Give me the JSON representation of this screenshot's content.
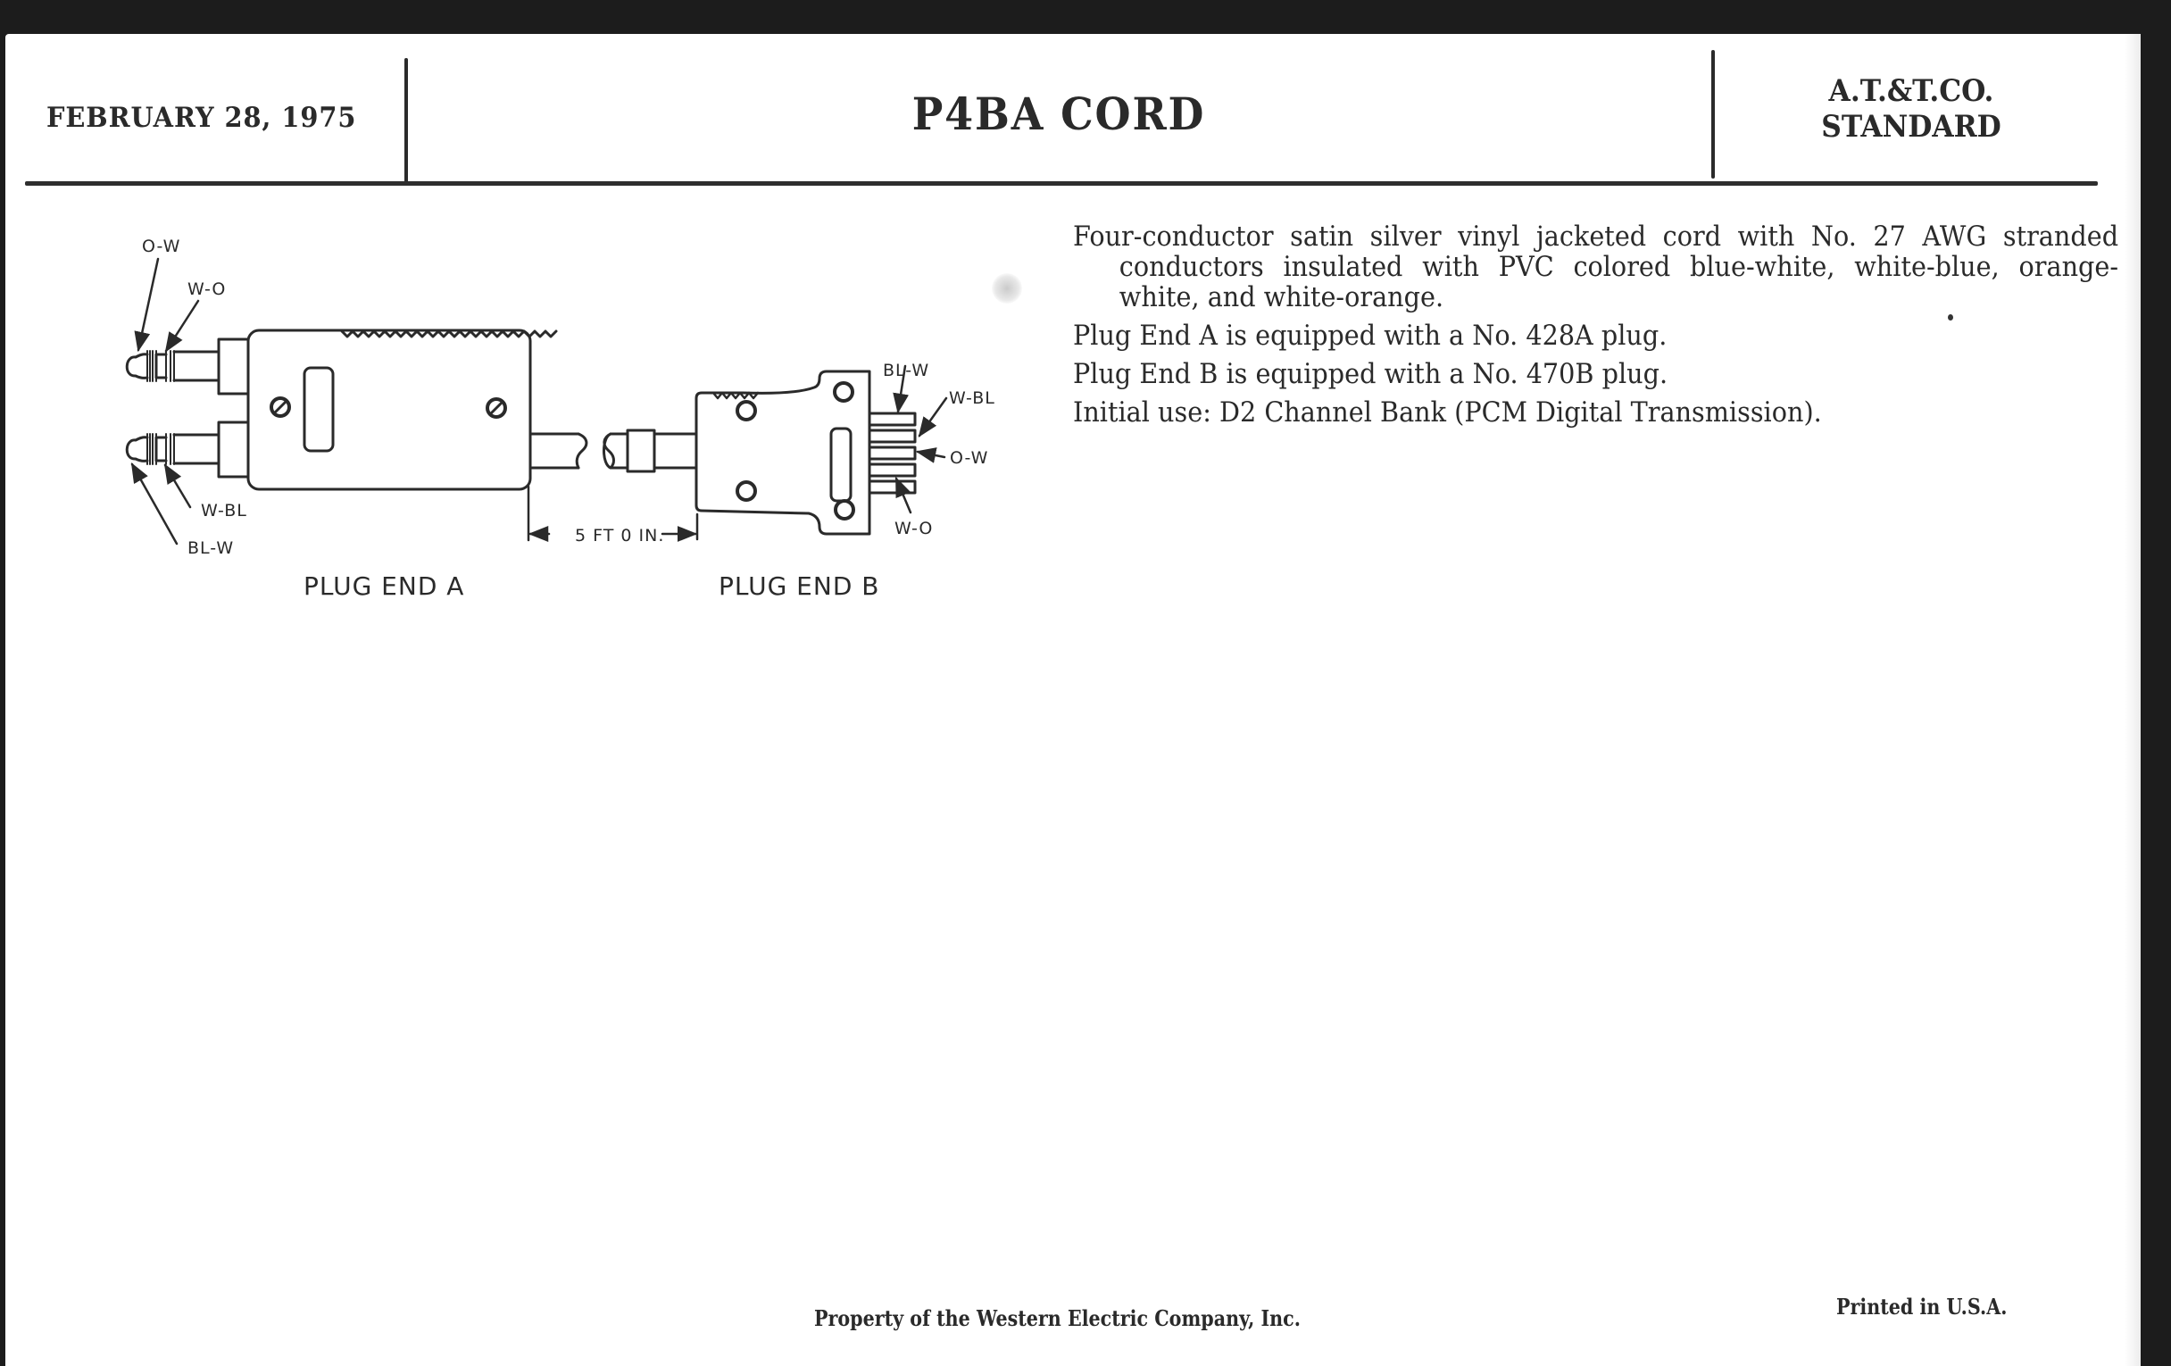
{
  "header": {
    "date": "FEBRUARY 28, 1975",
    "title": "P4BA CORD",
    "organization_line1": "A.T.&T.CO.",
    "organization_line2": "STANDARD"
  },
  "diagram": {
    "plug_end_a": {
      "caption": "PLUG END A",
      "upper_plug_labels": {
        "tip": "O-W",
        "ring": "W-O"
      },
      "lower_plug_labels": {
        "ring": "W-BL",
        "tip": "BL-W"
      }
    },
    "plug_end_b": {
      "caption": "PLUG END B",
      "contact_labels": [
        "BL-W",
        "W-BL",
        "O-W",
        "W-O"
      ]
    },
    "cord_length_label": "5 FT 0 IN."
  },
  "description": {
    "paragraphs": [
      "Four-conductor satin silver vinyl jacketed cord with No. 27 AWG stranded conductors insulated with PVC colored blue-white, white-blue, orange-white, and white-orange.",
      "Plug End A is equipped with a No. 428A plug.",
      "Plug End B is equipped with a No. 470B plug.",
      "Initial use: D2 Channel Bank (PCM Digital Transmission)."
    ]
  },
  "footer": {
    "property": "Property of the Western Electric Company, Inc.",
    "printed": "Printed in U.S.A."
  }
}
